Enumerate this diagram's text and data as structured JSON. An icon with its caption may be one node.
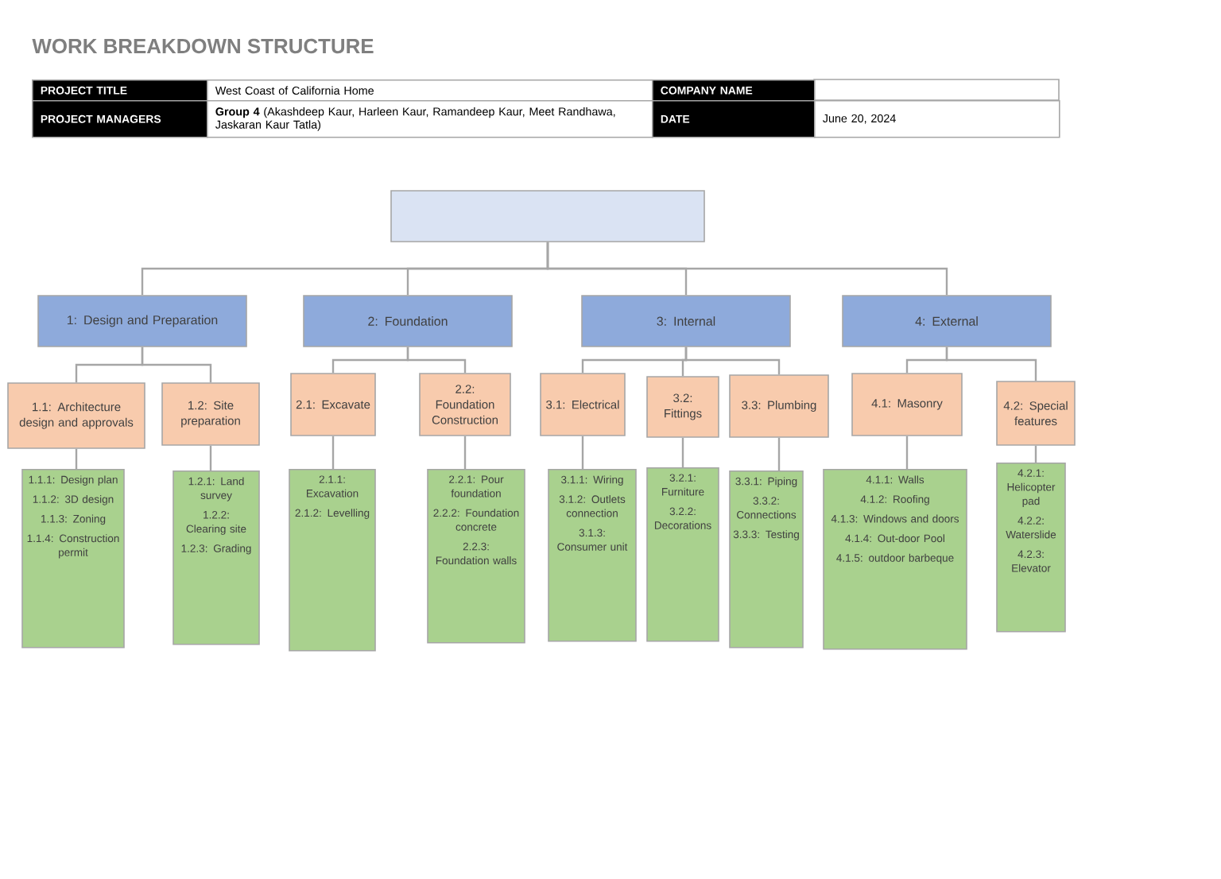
{
  "diagram": {
    "title": "WORK BREAKDOWN STRUCTURE",
    "nodes": [
      {
        "text": [],
        "shape": "box"
      },
      {
        "text": [
          "1: Design and Preparation"
        ]
      },
      {
        "text": [
          "2: Foundation"
        ]
      },
      {
        "text": [
          "3: Internal"
        ]
      },
      {
        "text": [
          "4: External"
        ]
      },
      {
        "text": [
          "1.1: Architecture design and approvals"
        ]
      },
      {
        "text": [
          "1.2: Site preparation"
        ]
      },
      {
        "text": [
          "2.1: Excavate"
        ]
      },
      {
        "text": [
          "2.2: Foundation Construction"
        ]
      },
      {
        "text": [
          "3.1: Electrical"
        ]
      },
      {
        "text": [
          "3.2: Fittings"
        ]
      },
      {
        "text": [
          "3.3: Plumbing"
        ]
      },
      {
        "text": [
          "4.1: Masonry"
        ]
      },
      {
        "text": [
          "4.2: Special features"
        ]
      },
      {
        "text": [
          "1.1.1: Design plan",
          "1.1.2: 3D design",
          "1.1.3: Zoning",
          "1.1.4: Construction permit"
        ]
      },
      {
        "text": [
          "1.2.1: Land survey",
          "1.2.2: Clearing site",
          "1.2.3: Grading"
        ]
      },
      {
        "text": [
          "2.1.1: Excavation",
          "2.1.2: Levelling"
        ]
      },
      {
        "text": [
          "2.2.1: Pour foundation",
          "2.2.2: Foundation concrete",
          "2.2.3: Foundation walls"
        ]
      },
      {
        "text": [
          "3.1.1: Wiring",
          "3.1.2: Outlets connection",
          "3.1.3: Consumer unit"
        ]
      },
      {
        "text": [
          "3.2.1: Furniture",
          "3.2.2: Decorations"
        ]
      },
      {
        "text": [
          "3.3.1: Piping",
          "3.3.2: Connections",
          "3.3.3: Testing"
        ]
      },
      {
        "text": [
          "4.1.1: Walls",
          "4.1.2: Roofing",
          "4.1.3: Windows and doors",
          "4.1.4: Out-door Pool",
          "4.1.5: outdoor barbeque"
        ]
      },
      {
        "text": [
          "4.2.1: Helicopter pad",
          "4.2.2: Waterslide",
          "4.2.3: Elevator"
        ]
      }
    ],
    "edges": [
      {
        "from": 0,
        "to": 1,
        "arrow": "none"
      },
      {
        "from": 0,
        "to": 2,
        "arrow": "none"
      },
      {
        "from": 0,
        "to": 3,
        "arrow": "none"
      },
      {
        "from": 0,
        "to": 4,
        "arrow": "none"
      },
      {
        "from": 1,
        "to": 5,
        "arrow": "none"
      },
      {
        "from": 1,
        "to": 6,
        "arrow": "none"
      },
      {
        "from": 2,
        "to": 7,
        "arrow": "none"
      },
      {
        "from": 2,
        "to": 8,
        "arrow": "none"
      },
      {
        "from": 3,
        "to": 9,
        "arrow": "none"
      },
      {
        "from": 3,
        "to": 10,
        "arrow": "none"
      },
      {
        "from": 3,
        "to": 11,
        "arrow": "none"
      },
      {
        "from": 4,
        "to": 12,
        "arrow": "none"
      },
      {
        "from": 4,
        "to": 13,
        "arrow": "none"
      },
      {
        "from": 5,
        "to": 14,
        "arrow": "none"
      },
      {
        "from": 6,
        "to": 15,
        "arrow": "none"
      },
      {
        "from": 7,
        "to": 16,
        "arrow": "none"
      },
      {
        "from": 8,
        "to": 17,
        "arrow": "none"
      },
      {
        "from": 9,
        "to": 18,
        "arrow": "none"
      },
      {
        "from": 10,
        "to": 19,
        "arrow": "none"
      },
      {
        "from": 11,
        "to": 20,
        "arrow": "none"
      },
      {
        "from": 12,
        "to": 21,
        "arrow": "none"
      },
      {
        "from": 13,
        "to": 22,
        "arrow": "none"
      }
    ],
    "labels": [
      "PROJECT TITLE",
      "West Coast of California Home",
      "COMPANY NAME",
      "PROJECT MANAGERS",
      "**Group 4** (Akashdeep Kaur, Harleen Kaur, Ramandeep Kaur, Meet Randhawa, Jaskaran Kaur Tatla)",
      "DATE",
      "June 20, 2024"
    ]
  }
}
